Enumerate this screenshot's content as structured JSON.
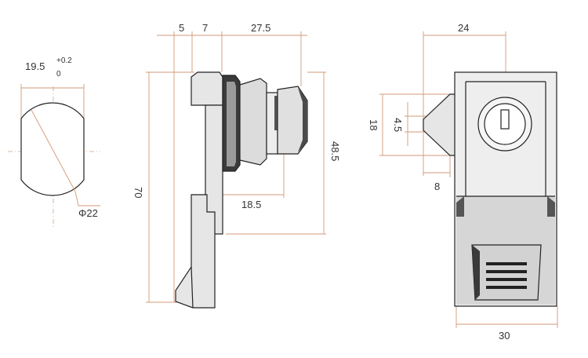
{
  "colors": {
    "outline": "#222222",
    "dimension_line": "#d29a78",
    "body_fill": "#e6e6e6",
    "shade_fill": "#cfcfcf",
    "dark_fill": "#3a3a3a",
    "text": "#333333"
  },
  "cutout_view": {
    "width_value": "19.5",
    "tol_upper": "+0.2",
    "tol_lower": "0",
    "diameter_label": "Φ22"
  },
  "side_view": {
    "dim_flange": "5",
    "dim_nut": "7",
    "dim_cam": "27.5",
    "dim_height": "70",
    "dim_cam_height": "48.5",
    "dim_thread": "18.5"
  },
  "front_view": {
    "dim_top_width": "24",
    "dim_latch_height": "18",
    "dim_latch_tip": "4.5",
    "dim_latch_depth": "8",
    "dim_bottom_width": "30"
  }
}
